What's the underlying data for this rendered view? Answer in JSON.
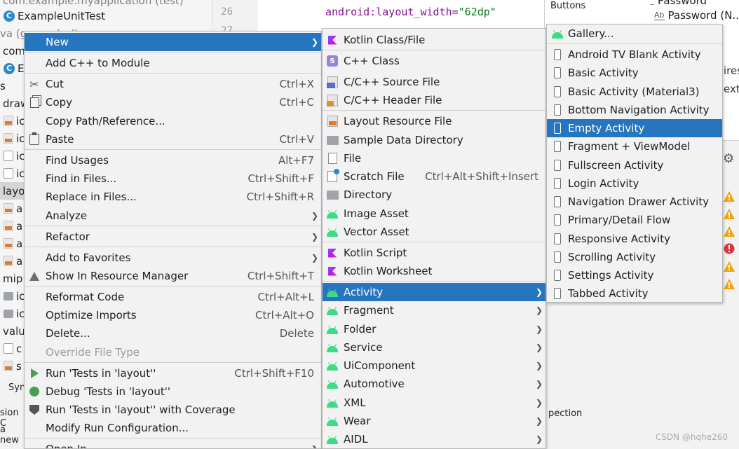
{
  "project_tree": {
    "rows": [
      {
        "label": "com.example.myapplication (test)"
      },
      {
        "label": "ExampleUnitTest"
      },
      {
        "label": "va (generated)"
      },
      {
        "label": "com"
      },
      {
        "label": "E"
      },
      {
        "label": "s"
      },
      {
        "label": "draw"
      },
      {
        "label": "ic"
      },
      {
        "label": "ic"
      },
      {
        "label": "ic"
      },
      {
        "label": "ic"
      },
      {
        "label": "layo"
      },
      {
        "label": "a"
      },
      {
        "label": "a"
      },
      {
        "label": "a"
      },
      {
        "label": "a"
      },
      {
        "label": "mip"
      },
      {
        "label": "ic"
      },
      {
        "label": "ic"
      },
      {
        "label": "valu"
      },
      {
        "label": "c"
      },
      {
        "label": "s"
      }
    ]
  },
  "editor": {
    "line_numbers": [
      "26",
      "27"
    ],
    "code_attr": "android:layout_width=",
    "code_value": "\"62dp\""
  },
  "palette": {
    "header": "Buttons",
    "items": [
      {
        "prefix": "̲",
        "label": "Password"
      },
      {
        "prefix": "Ab",
        "label": "Password (N..."
      }
    ],
    "side_text": [
      "ires",
      "ext"
    ]
  },
  "inspection_label": "pection",
  "bottom_strip": [
    "Syn",
    "sion C",
    "a new"
  ],
  "watermark": "CSDN @hqhe260",
  "menu_main": {
    "items": [
      {
        "label": "New",
        "shortcut": "",
        "submenu": true,
        "highlight": true
      },
      {
        "label": "Add C++ to Module",
        "shortcut": ""
      },
      {
        "label": "Cut",
        "shortcut": "Ctrl+X",
        "icon": "scissors-icon"
      },
      {
        "label": "Copy",
        "shortcut": "Ctrl+C",
        "icon": "copy-icon"
      },
      {
        "label": "Copy Path/Reference...",
        "shortcut": ""
      },
      {
        "label": "Paste",
        "shortcut": "Ctrl+V",
        "icon": "paste-icon"
      },
      {
        "label": "Find Usages",
        "shortcut": "Alt+F7"
      },
      {
        "label": "Find in Files...",
        "shortcut": "Ctrl+Shift+F"
      },
      {
        "label": "Replace in Files...",
        "shortcut": "Ctrl+Shift+R"
      },
      {
        "label": "Analyze",
        "shortcut": "",
        "submenu": true
      },
      {
        "label": "Refactor",
        "shortcut": "",
        "submenu": true
      },
      {
        "label": "Add to Favorites",
        "shortcut": "",
        "submenu": true
      },
      {
        "label": "Show In Resource Manager",
        "shortcut": "Ctrl+Shift+T",
        "icon": "resource-manager-icon"
      },
      {
        "label": "Reformat Code",
        "shortcut": "Ctrl+Alt+L"
      },
      {
        "label": "Optimize Imports",
        "shortcut": "Ctrl+Alt+O"
      },
      {
        "label": "Delete...",
        "shortcut": "Delete"
      },
      {
        "label": "Override File Type",
        "shortcut": "",
        "disabled": true
      },
      {
        "label": "Run 'Tests in 'layout''",
        "shortcut": "Ctrl+Shift+F10",
        "icon": "run-icon"
      },
      {
        "label": "Debug 'Tests in 'layout''",
        "shortcut": "",
        "icon": "debug-icon"
      },
      {
        "label": "Run 'Tests in 'layout'' with Coverage",
        "shortcut": "",
        "icon": "coverage-icon"
      },
      {
        "label": "Modify Run Configuration...",
        "shortcut": ""
      },
      {
        "label": "Open In",
        "shortcut": "",
        "submenu": true
      }
    ]
  },
  "menu_new": {
    "items": [
      {
        "label": "Kotlin Class/File",
        "icon": "kotlin-icon"
      },
      {
        "label": "C++ Class",
        "icon": "s-class-icon"
      },
      {
        "label": "C/C++ Source File",
        "icon": "cpp-file-icon"
      },
      {
        "label": "C/C++ Header File",
        "icon": "header-file-icon"
      },
      {
        "label": "Layout Resource File",
        "icon": "layout-file-icon"
      },
      {
        "label": "Sample Data Directory",
        "icon": "folder-icon"
      },
      {
        "label": "File",
        "icon": "file-icon"
      },
      {
        "label": "Scratch File",
        "shortcut": "Ctrl+Alt+Shift+Insert",
        "icon": "scratch-file-icon"
      },
      {
        "label": "Directory",
        "icon": "folder-icon"
      },
      {
        "label": "Image Asset",
        "icon": "android-icon"
      },
      {
        "label": "Vector Asset",
        "icon": "android-icon"
      },
      {
        "label": "Kotlin Script",
        "icon": "kotlin-icon"
      },
      {
        "label": "Kotlin Worksheet",
        "icon": "kotlin-icon"
      },
      {
        "label": "Activity",
        "icon": "android-icon",
        "submenu": true,
        "highlight": true
      },
      {
        "label": "Fragment",
        "icon": "android-icon",
        "submenu": true
      },
      {
        "label": "Folder",
        "icon": "android-icon",
        "submenu": true
      },
      {
        "label": "Service",
        "icon": "android-icon",
        "submenu": true
      },
      {
        "label": "UiComponent",
        "icon": "android-icon",
        "submenu": true
      },
      {
        "label": "Automotive",
        "icon": "android-icon",
        "submenu": true
      },
      {
        "label": "XML",
        "icon": "android-icon",
        "submenu": true
      },
      {
        "label": "Wear",
        "icon": "android-icon",
        "submenu": true
      },
      {
        "label": "AIDL",
        "icon": "android-icon",
        "submenu": true
      }
    ]
  },
  "menu_activity": {
    "items": [
      {
        "label": "Gallery...",
        "icon": "android-icon"
      },
      {
        "label": "Android TV Blank Activity",
        "icon": "phone-icon"
      },
      {
        "label": "Basic Activity",
        "icon": "phone-icon"
      },
      {
        "label": "Basic Activity (Material3)",
        "icon": "phone-icon"
      },
      {
        "label": "Bottom Navigation Activity",
        "icon": "phone-icon"
      },
      {
        "label": "Empty Activity",
        "icon": "phone-icon",
        "highlight": true
      },
      {
        "label": "Fragment + ViewModel",
        "icon": "phone-icon"
      },
      {
        "label": "Fullscreen Activity",
        "icon": "phone-icon"
      },
      {
        "label": "Login Activity",
        "icon": "phone-icon"
      },
      {
        "label": "Navigation Drawer Activity",
        "icon": "phone-icon"
      },
      {
        "label": "Primary/Detail Flow",
        "icon": "phone-icon"
      },
      {
        "label": "Responsive Activity",
        "icon": "phone-icon"
      },
      {
        "label": "Scrolling Activity",
        "icon": "phone-icon"
      },
      {
        "label": "Settings Activity",
        "icon": "phone-icon"
      },
      {
        "label": "Tabbed Activity",
        "icon": "phone-icon"
      }
    ]
  },
  "colors": {
    "highlight": "#2675bf",
    "menu_bg": "#f2f2f2",
    "android_green": "#3ddc84",
    "warning": "#f0a30a",
    "error": "#d9363e"
  }
}
